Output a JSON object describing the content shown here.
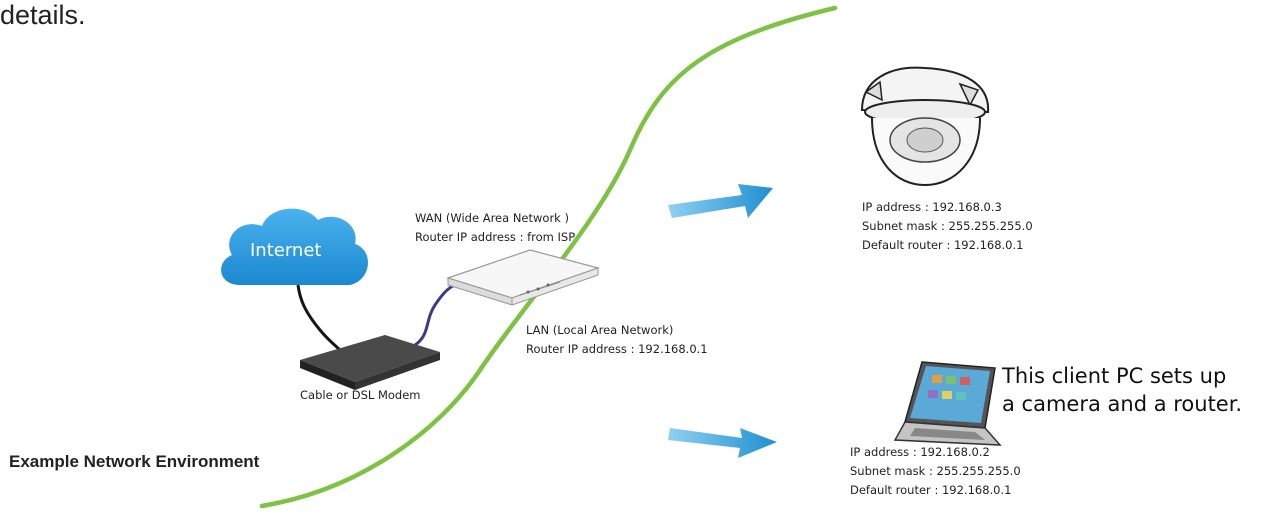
{
  "header": {
    "text": "details."
  },
  "internet": {
    "label": "Internet"
  },
  "modem": {
    "label": "Cable or DSL Modem"
  },
  "wan": {
    "line1": "WAN (Wide Area Network )",
    "line2": "Router IP address : from ISP"
  },
  "lan": {
    "line1": "LAN (Local Area Network)",
    "line2": "Router IP address : 192.168.0.1"
  },
  "camera": {
    "ip": "IP address : 192.168.0.3",
    "subnet": "Subnet mask : 255.255.255.0",
    "router": "Default router : 192.168.0.1"
  },
  "pc": {
    "note_line1": "This client PC sets up",
    "note_line2": "a camera and a router.",
    "ip": "IP address : 192.168.0.2",
    "subnet": "Subnet mask : 255.255.255.0",
    "router": "Default router : 192.168.0.1"
  },
  "caption": {
    "text": "Example Network Environment"
  },
  "colors": {
    "divider": "#7dc242",
    "arrow": "#1f9ad6",
    "cloud": "#2a9ee0",
    "cable": "#3a3a8a"
  }
}
